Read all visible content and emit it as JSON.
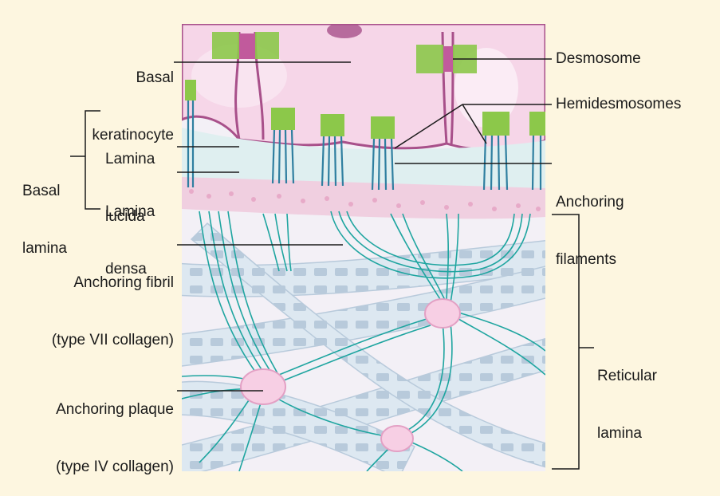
{
  "labels": {
    "basal_keratinocyte": [
      "Basal",
      "keratinocyte"
    ],
    "desmosome": "Desmosome",
    "hemidesmosomes": "Hemidesmosomes",
    "lamina_lucida": [
      "Lamina",
      "lucida"
    ],
    "basal_lamina": [
      "Basal",
      "lamina"
    ],
    "lamina_densa": [
      "Lamina",
      "densa"
    ],
    "anchoring_filaments": [
      "Anchoring",
      "filaments"
    ],
    "anchoring_fibril": [
      "Anchoring fibril",
      "(type VII collagen)"
    ],
    "reticular_lamina": [
      "Reticular",
      "lamina"
    ],
    "anchoring_plaque": [
      "Anchoring plaque",
      "(type IV collagen)"
    ]
  },
  "colors": {
    "background": "#fdf6e0",
    "cell_cytoplasm": "#f6d6e8",
    "cell_membrane": "#a8508a",
    "lamina_lucida": "#dfeff0",
    "lamina_densa": "#f0cfe0",
    "hemidesmosome_plaque": "#8cc84a",
    "anchoring_filament": "#2f7fa0",
    "anchoring_fibril": "#1fa5a0",
    "collagen_fiber": "#d6e4ef",
    "plaque": "#f7cfe4"
  }
}
